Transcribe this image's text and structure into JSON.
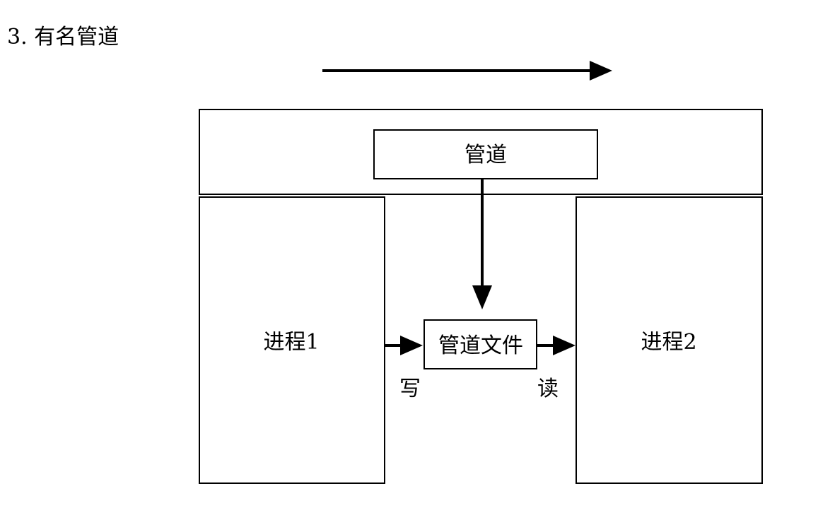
{
  "heading": "3. 有名管道",
  "diagram": {
    "kernel_box": {
      "pipe_label": "管道"
    },
    "process_1": {
      "label": "进程1"
    },
    "process_2": {
      "label": "进程2"
    },
    "pipe_file": {
      "label": "管道文件"
    },
    "write_label": "写",
    "read_label": "读"
  }
}
